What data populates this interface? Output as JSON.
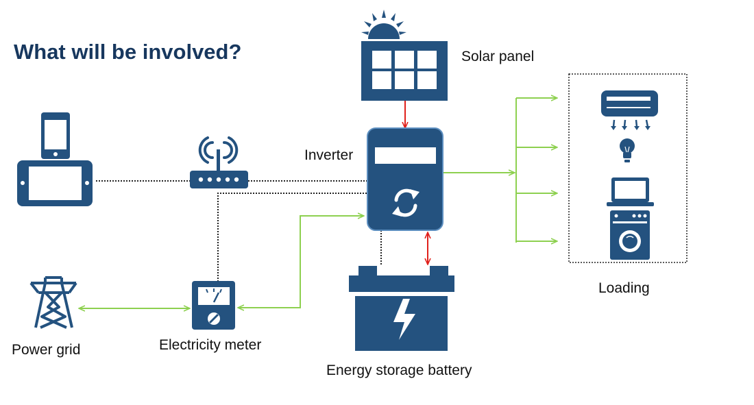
{
  "title": "What will be involved?",
  "labels": {
    "solar_panel": "Solar panel",
    "inverter": "Inverter",
    "loading": "Loading",
    "power_grid": "Power grid",
    "electricity_meter": "Electricity meter",
    "battery": "Energy storage battery"
  },
  "colors": {
    "icon_blue": "#24527f",
    "title_blue": "#17375e",
    "power_flow": "#8dd04f",
    "battery_flow": "#e0201b",
    "comm_line": "#222222"
  },
  "icons": [
    "sun-icon",
    "solar-panel-icon",
    "inverter-icon",
    "battery-icon",
    "router-icon",
    "tablet-icon",
    "phone-icon",
    "transmission-tower-icon",
    "meter-icon",
    "air-conditioner-icon",
    "light-bulb-icon",
    "laptop-icon",
    "washing-machine-icon"
  ]
}
